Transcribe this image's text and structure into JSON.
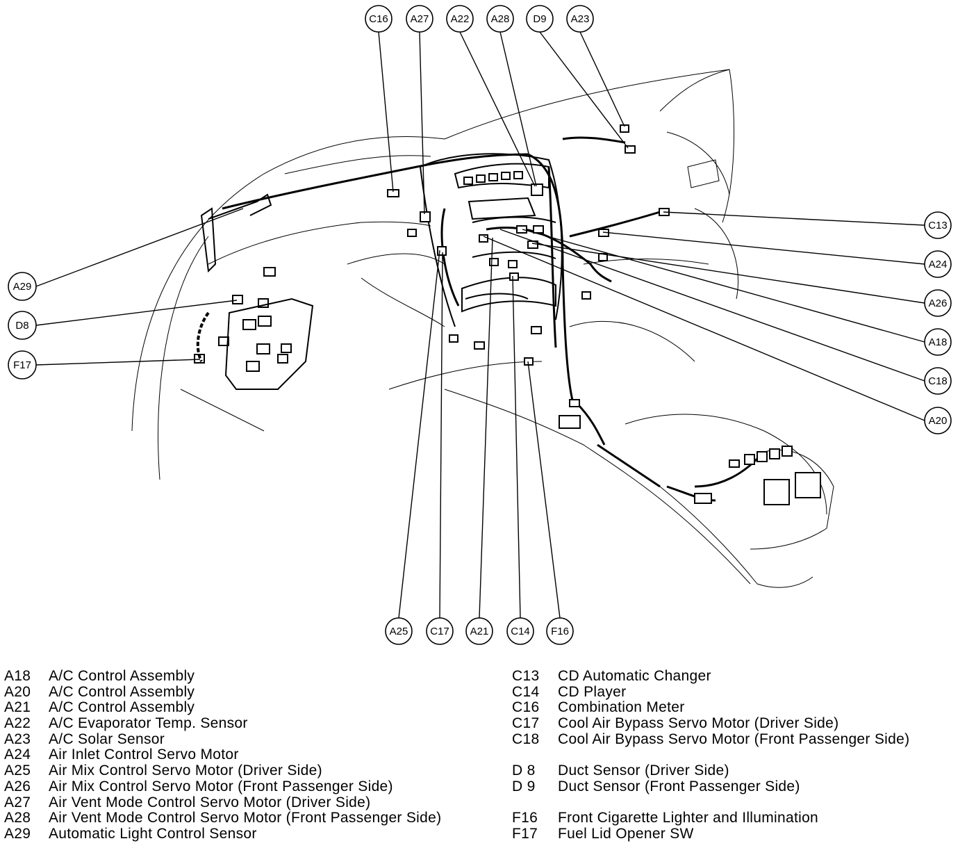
{
  "callouts": {
    "C16": "C16",
    "A27": "A27",
    "A22": "A22",
    "A28": "A28",
    "D9": "D9",
    "A23": "A23",
    "C13": "C13",
    "A24": "A24",
    "A26": "A26",
    "A18": "A18",
    "C18": "C18",
    "A20": "A20",
    "A29": "A29",
    "D8": "D8",
    "F17": "F17",
    "A25": "A25",
    "C17": "C17",
    "A21": "A21",
    "C14": "C14",
    "F16": "F16"
  },
  "legend_left": [
    {
      "code": "A18",
      "desc": "A/C Control Assembly"
    },
    {
      "code": "A20",
      "desc": "A/C Control Assembly"
    },
    {
      "code": "A21",
      "desc": "A/C Control Assembly"
    },
    {
      "code": "A22",
      "desc": "A/C Evaporator Temp. Sensor"
    },
    {
      "code": "A23",
      "desc": "A/C Solar Sensor"
    },
    {
      "code": "A24",
      "desc": "Air Inlet Control Servo Motor"
    },
    {
      "code": "A25",
      "desc": "Air Mix Control Servo Motor (Driver Side)"
    },
    {
      "code": "A26",
      "desc": "Air Mix Control Servo Motor (Front Passenger Side)"
    },
    {
      "code": "A27",
      "desc": "Air Vent Mode Control Servo Motor (Driver Side)"
    },
    {
      "code": "A28",
      "desc": "Air Vent Mode Control Servo Motor (Front Passenger Side)"
    },
    {
      "code": "A29",
      "desc": "Automatic Light Control Sensor"
    }
  ],
  "legend_right_group1": [
    {
      "code": "C13",
      "desc": "CD Automatic Changer"
    },
    {
      "code": "C14",
      "desc": "CD Player"
    },
    {
      "code": "C16",
      "desc": "Combination Meter"
    },
    {
      "code": "C17",
      "desc": "Cool Air Bypass Servo Motor (Driver Side)"
    },
    {
      "code": "C18",
      "desc": "Cool Air Bypass Servo Motor (Front Passenger Side)"
    }
  ],
  "legend_right_group2": [
    {
      "code": "D 8",
      "desc": "Duct Sensor (Driver Side)"
    },
    {
      "code": "D 9",
      "desc": "Duct Sensor (Front Passenger Side)"
    }
  ],
  "legend_right_group3": [
    {
      "code": "F16",
      "desc": "Front Cigarette Lighter and Illumination"
    },
    {
      "code": "F17",
      "desc": "Fuel Lid Opener SW"
    }
  ]
}
